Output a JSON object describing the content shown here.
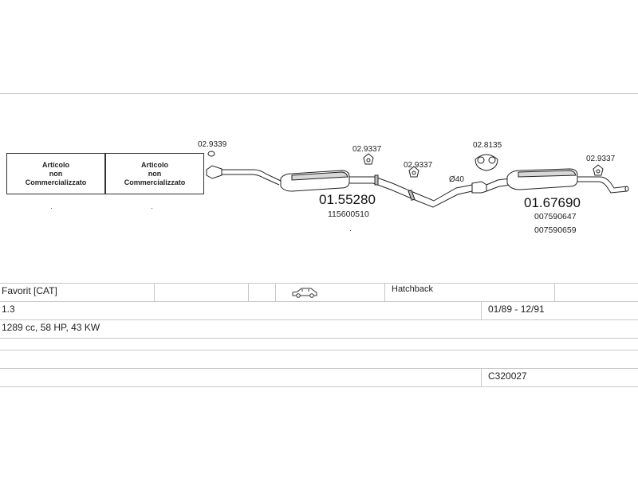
{
  "boxes": [
    {
      "line1": "Articolo",
      "line2": "non",
      "line3": "Commercializzato"
    },
    {
      "line1": "Articolo",
      "line2": "non",
      "line3": "Commercializzato"
    }
  ],
  "dots": [
    "·",
    "·",
    "·"
  ],
  "parts": {
    "clamp_front": "02.9339",
    "hanger_mid": "02.9337",
    "hanger_mid2": "02.9337",
    "clamp_rear": "02.8135",
    "hanger_rear": "02.9337",
    "clamp_size": "Ø40",
    "middle_muffler": "01.55280",
    "middle_oe": "115600510",
    "rear_muffler": "01.67690",
    "rear_oe1": "007590647",
    "rear_oe2": "007590659"
  },
  "info": {
    "model": "Favorit   [CAT]",
    "body": "Hatchback",
    "engine": "1.3",
    "dates": "01/89 - 12/91",
    "specs": "1289 cc, 58 HP, 43 KW",
    "code": "C320027"
  },
  "icons": {
    "car": "car-icon"
  }
}
